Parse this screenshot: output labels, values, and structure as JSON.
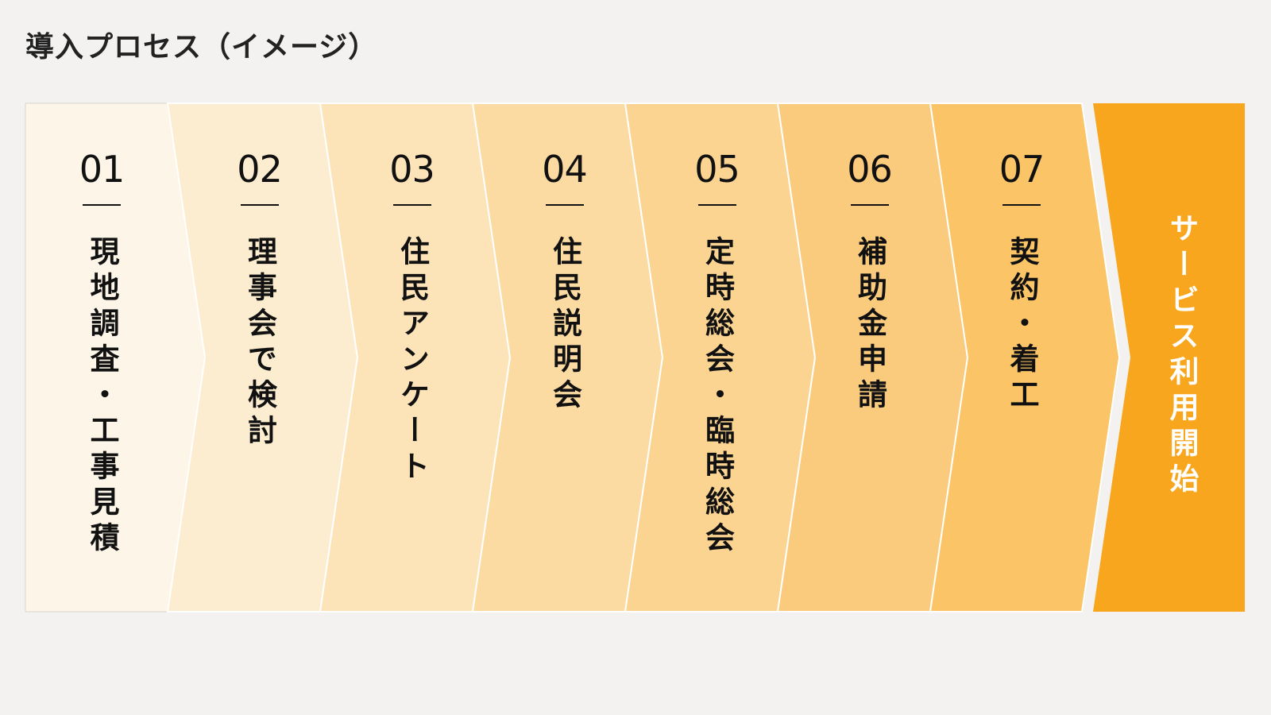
{
  "title": "導入プロセス（イメージ）",
  "steps": [
    {
      "number": "01",
      "label": "現地調査・工事見積",
      "color": "#fdf5e7"
    },
    {
      "number": "02",
      "label": "理事会で検討",
      "color": "#fdedd0"
    },
    {
      "number": "03",
      "label": "住民アンケート",
      "color": "#fce4b8"
    },
    {
      "number": "04",
      "label": "住民説明会",
      "color": "#fcdba2"
    },
    {
      "number": "05",
      "label": "定時総会・臨時総会",
      "color": "#fcd491"
    },
    {
      "number": "06",
      "label": "補助金申請",
      "color": "#fbcb7d"
    },
    {
      "number": "07",
      "label": "契約・着工",
      "color": "#fbc466"
    }
  ],
  "final": {
    "label": "サービス利用開始",
    "color": "#f8a61d"
  }
}
